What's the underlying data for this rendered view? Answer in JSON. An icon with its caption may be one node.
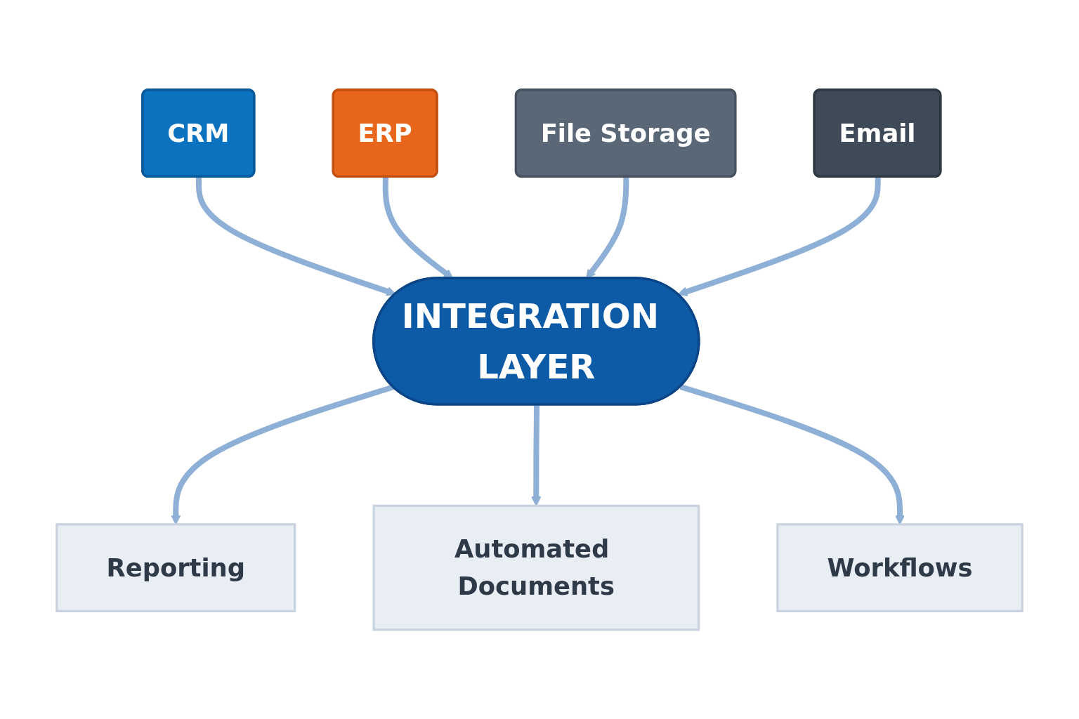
{
  "diagram": {
    "nodes": [
      {
        "text": [
          "CRM"
        ]
      },
      {
        "text": [
          "ERP"
        ]
      },
      {
        "text": [
          "File Storage"
        ]
      },
      {
        "text": [
          "Email"
        ]
      },
      {
        "text": [
          "INTEGRATION LAYER"
        ]
      },
      {
        "text": [
          "Reporting"
        ]
      },
      {
        "text": [
          "Automated Documents"
        ]
      },
      {
        "text": [
          "Workflows"
        ]
      }
    ],
    "edges": [
      {
        "from": 0,
        "to": 4,
        "arrow": "to"
      },
      {
        "from": 1,
        "to": 4,
        "arrow": "to"
      },
      {
        "from": 2,
        "to": 4,
        "arrow": "to"
      },
      {
        "from": 3,
        "to": 4,
        "arrow": "to"
      },
      {
        "from": 4,
        "to": 5,
        "arrow": "to"
      },
      {
        "from": 4,
        "to": 6,
        "arrow": "to"
      },
      {
        "from": 4,
        "to": 7,
        "arrow": "to"
      }
    ]
  }
}
